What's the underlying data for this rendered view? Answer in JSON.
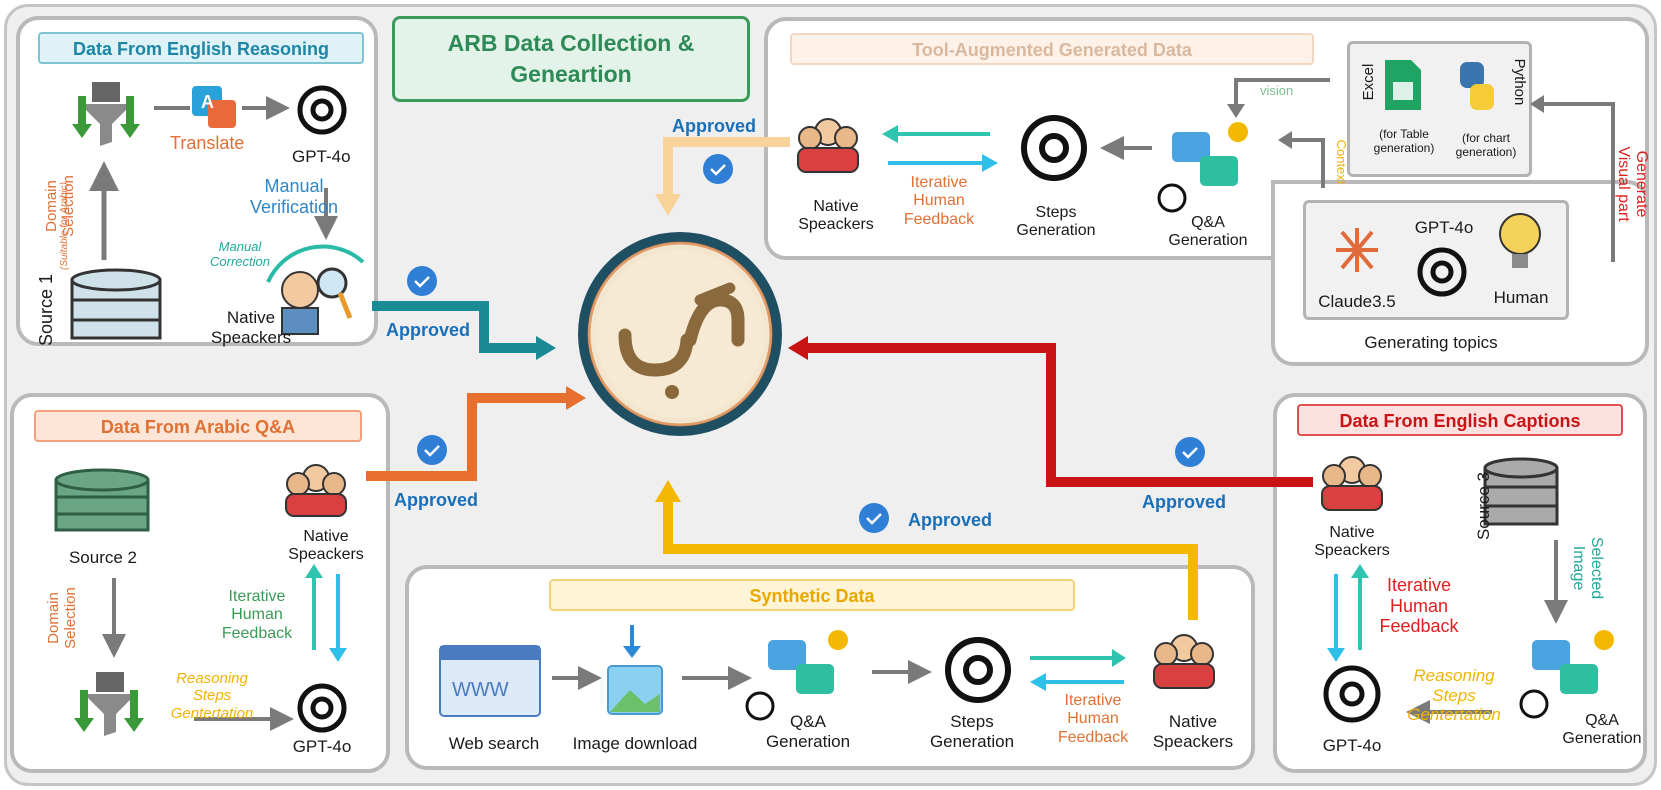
{
  "title": "ARB Data Collection &\nGeneartion",
  "approved": "Approved",
  "panels": {
    "english_reasoning": {
      "header": "Data From English Reasoning",
      "translate": "Translate",
      "gpt": "GPT-4o",
      "manual_verification": "Manual\nVerification",
      "manual_correction": "Manual\nCorrection",
      "domain_selection": "Domain\nSelection",
      "suitable": "(Suitable for Arabic)",
      "source": "Source 1",
      "native": "Native\nSpeackers"
    },
    "arabic_qa": {
      "header": "Data From Arabic Q&A",
      "source": "Source 2",
      "domain_selection": "Domain\nSelection",
      "native": "Native\nSpeackers",
      "feedback": "Iterative\nHuman\nFeedback",
      "reasoning": "Reasoning\nSteps\nGentertation",
      "gpt": "GPT-4o"
    },
    "tool_augmented": {
      "header": "Tool-Augmented Generated Data",
      "native": "Native\nSpeackers",
      "feedback": "Iterative\nHuman\nFeedback",
      "steps": "Steps\nGeneration",
      "qa": "Q&A\nGeneration",
      "vision": "vision",
      "context": "Context",
      "excel": "Excel",
      "excel_note": "(for Table\ngeneration)",
      "python": "Python",
      "python_note": "(for chart\ngeneration)",
      "generate": "Generate\nVisual part",
      "gpt": "GPT-4o",
      "claude": "Claude3.5",
      "human": "Human",
      "topics": "Generating topics"
    },
    "english_captions": {
      "header": "Data From English Captions",
      "native": "Native\nSpeackers",
      "source": "Source 3",
      "selected": "Selected\nImage",
      "feedback": "Iterative\nHuman\nFeedback",
      "reasoning": "Reasoning\nSteps\nGentertation",
      "gpt": "GPT-4o",
      "qa": "Q&A\nGeneration"
    },
    "synthetic": {
      "header": "Synthetic Data",
      "web": "Web search",
      "image": "Image download",
      "qa": "Q&A\nGeneration",
      "steps": "Steps\nGeneration",
      "feedback": "Iterative\nHuman\nFeedback",
      "native": "Native\nSpeackers"
    }
  },
  "colors": {
    "orange": "#e8702f",
    "teal": "#1a8a94",
    "red": "#c81414",
    "yellow": "#f5b800",
    "peach": "#f9d49a",
    "gray": "#7a7a7a",
    "badge": "#2f7fd6"
  }
}
